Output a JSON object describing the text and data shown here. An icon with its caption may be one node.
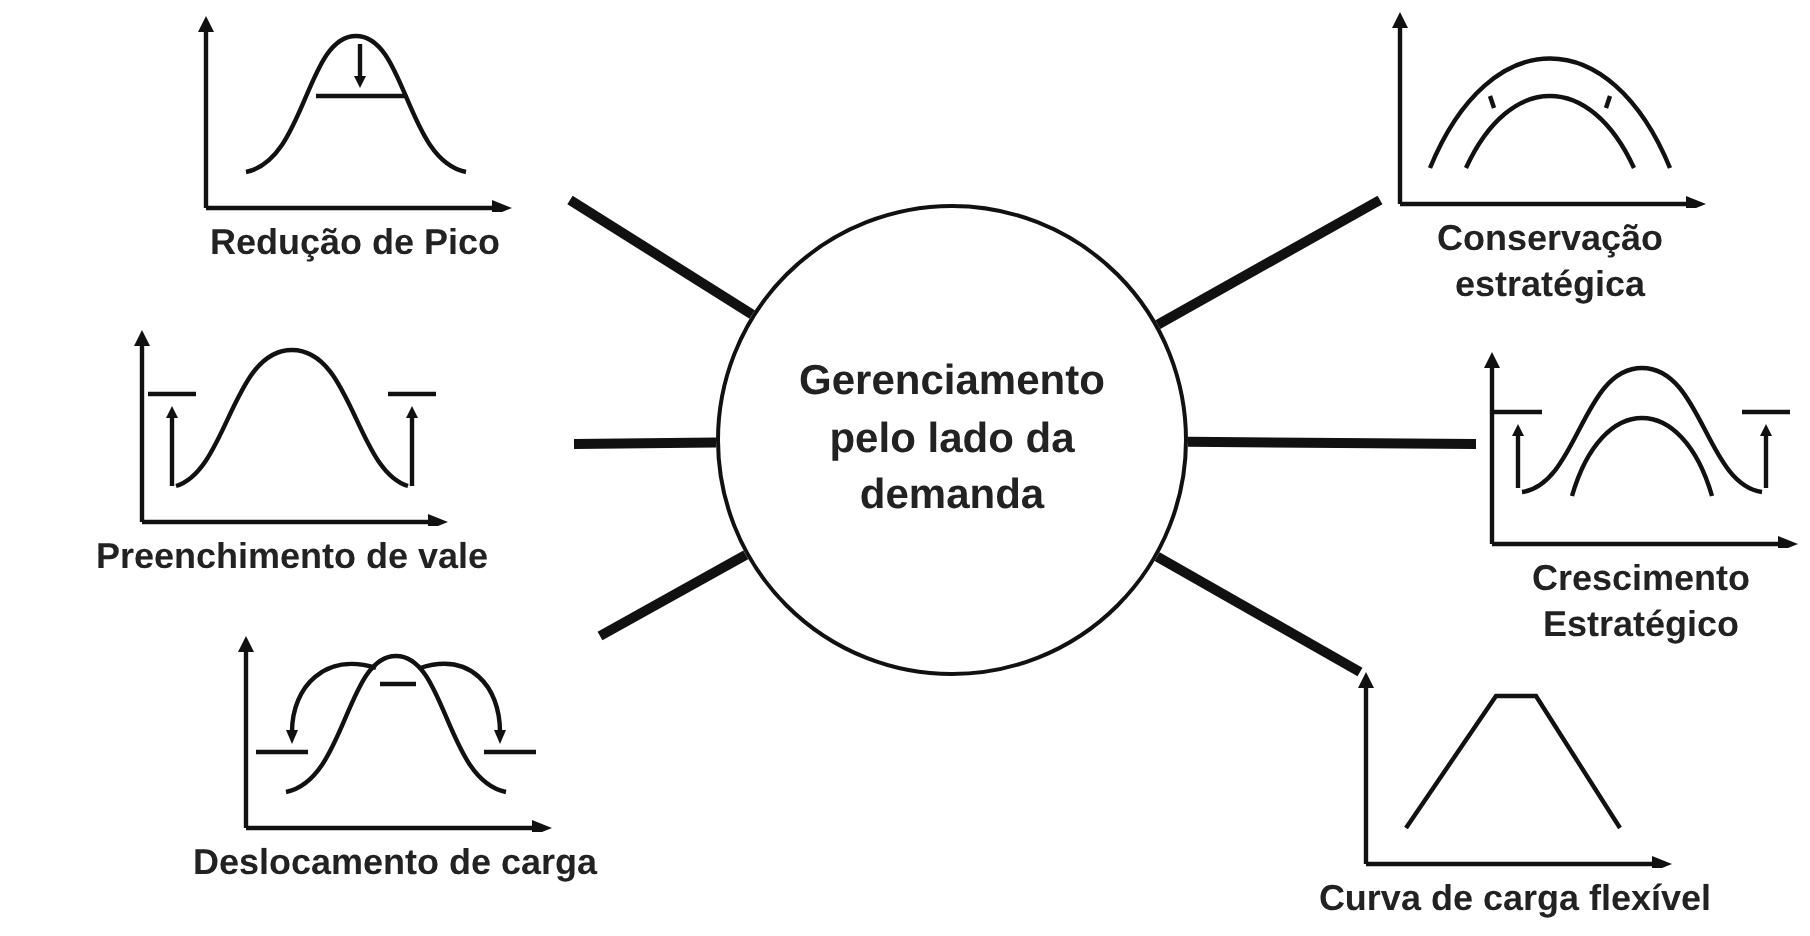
{
  "diagram": {
    "nodes": [
      {
        "text": [
          "Gerenciamento pelo lado da demanda"
        ]
      },
      {
        "text": [
          "Redução de Pico"
        ]
      },
      {
        "text": [
          "Conservação estratégica"
        ]
      },
      {
        "text": [
          "Preenchimento de vale"
        ]
      },
      {
        "text": [
          "Crescimento Estratégico"
        ]
      },
      {
        "text": [
          "Deslocamento de carga"
        ]
      },
      {
        "text": [
          "Curva de carga flexível"
        ]
      }
    ],
    "edges": [
      {
        "from": 0,
        "to": 1,
        "arrow": "none"
      },
      {
        "from": 0,
        "to": 2,
        "arrow": "none"
      },
      {
        "from": 0,
        "to": 3,
        "arrow": "none"
      },
      {
        "from": 0,
        "to": 4,
        "arrow": "none"
      },
      {
        "from": 0,
        "to": 5,
        "arrow": "none"
      },
      {
        "from": 0,
        "to": 6,
        "arrow": "none"
      }
    ]
  }
}
